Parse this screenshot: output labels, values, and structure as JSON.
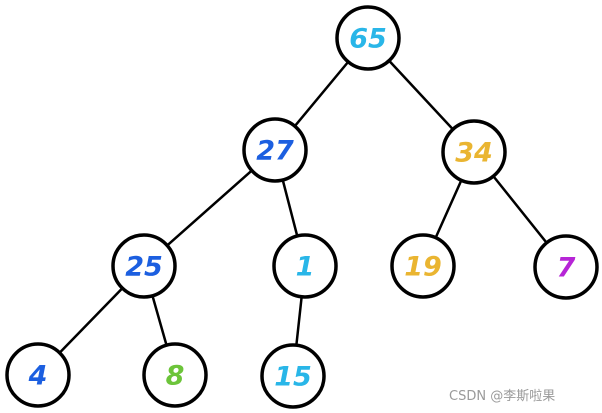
{
  "diagram": {
    "type": "binary-tree",
    "nodes": [
      {
        "id": "n65",
        "label": "65",
        "color": "#29b6e8"
      },
      {
        "id": "n27",
        "label": "27",
        "color": "#1c5fe0"
      },
      {
        "id": "n34",
        "label": "34",
        "color": "#eab531"
      },
      {
        "id": "n25",
        "label": "25",
        "color": "#1c5fe0"
      },
      {
        "id": "n1",
        "label": "1",
        "color": "#29b6e8"
      },
      {
        "id": "n19",
        "label": "19",
        "color": "#eab531"
      },
      {
        "id": "n7",
        "label": "7",
        "color": "#b625d6"
      },
      {
        "id": "n4",
        "label": "4",
        "color": "#1c5fe0"
      },
      {
        "id": "n8",
        "label": "8",
        "color": "#6cc43a"
      },
      {
        "id": "n15",
        "label": "15",
        "color": "#29b6e8"
      }
    ],
    "edges": [
      {
        "from": "n65",
        "to": "n27"
      },
      {
        "from": "n65",
        "to": "n34"
      },
      {
        "from": "n27",
        "to": "n25"
      },
      {
        "from": "n27",
        "to": "n1"
      },
      {
        "from": "n34",
        "to": "n19"
      },
      {
        "from": "n34",
        "to": "n7"
      },
      {
        "from": "n25",
        "to": "n4"
      },
      {
        "from": "n25",
        "to": "n8"
      },
      {
        "from": "n1",
        "to": "n15"
      }
    ],
    "stroke_color": "#000000"
  },
  "watermark": "CSDN @李斯啦果"
}
